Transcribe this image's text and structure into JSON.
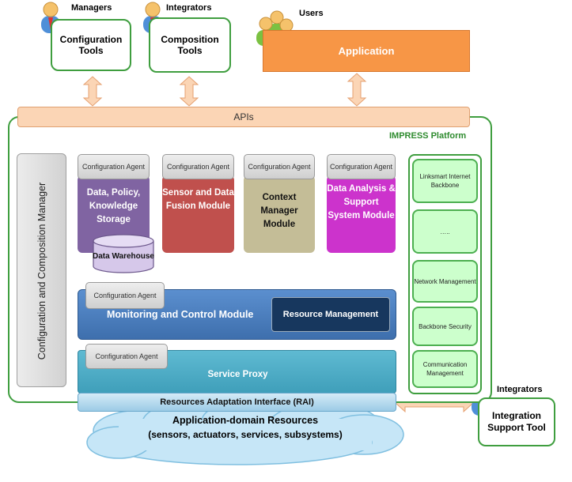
{
  "actors": {
    "managers": "Managers",
    "integrators_top": "Integrators",
    "users": "Users",
    "integrators_bottom": "Integrators"
  },
  "top_boxes": {
    "configuration_tools": "Configuration Tools",
    "composition_tools": "Composition Tools",
    "application": "Application"
  },
  "apis": "APIs",
  "platform_label": "IMPRESS Platform",
  "config_composition_manager": "Configuration and Composition Manager",
  "configuration_agent": "Configuration Agent",
  "modules": {
    "data_policy": "Data, Policy, Knowledge Storage",
    "data_warehouse": "Data Warehouse",
    "sensor_fusion": "Sensor and Data Fusion Module",
    "context_manager": "Context Manager Module",
    "data_analysis": "Data Analysis & Support System Module"
  },
  "monitoring": {
    "agent": "Configuration Agent",
    "title": "Monitoring and Control Module",
    "resource_management": "Resource Management"
  },
  "service_proxy": {
    "agent": "Configuration Agent",
    "title": "Service Proxy"
  },
  "rai": "Resources Adaptation Interface (RAI)",
  "resources": {
    "line1": "Application-domain Resources",
    "line2": "(sensors, actuators, services, subsystems)"
  },
  "side_panel": [
    "Linksmart Internet Backbone",
    "…..",
    "Network Management",
    "Backbone Security",
    "Communication Management"
  ],
  "integration_support_tool": "Integration Support Tool",
  "colors": {
    "green_border": "#3f9e3f",
    "apis": "#fbd5b5",
    "application": "#f79646",
    "purple": "#8064a2",
    "red": "#c0504d",
    "tan": "#c4bd97",
    "magenta": "#cc33cc",
    "blue": "#4f81bd",
    "teal": "#4bacc6",
    "light_green": "#ccffcc"
  }
}
